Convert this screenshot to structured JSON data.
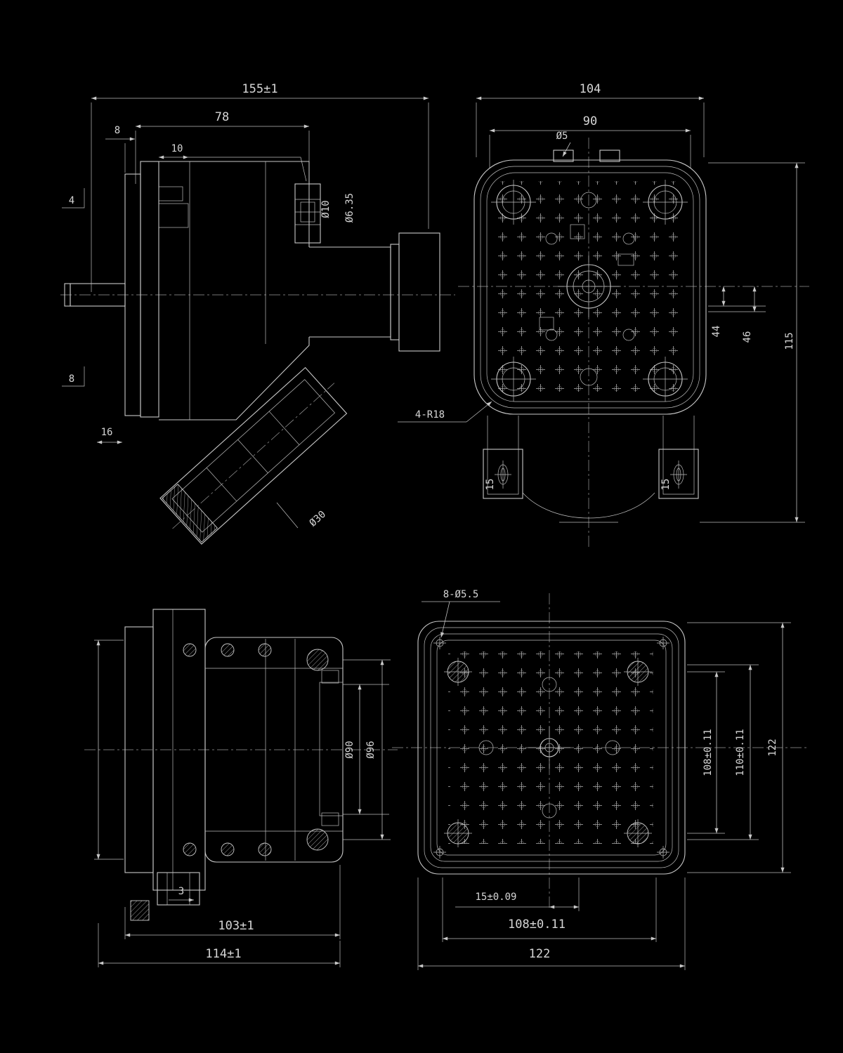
{
  "drawing": {
    "background": "#000000",
    "line_color": "#c9c9c9",
    "views": {
      "side_view_top": {
        "dim_overall": "155±1",
        "dim_width": "78",
        "dim_plate": "8",
        "dim_flange": "10",
        "shaft_dia": "Ø10",
        "shaft_dia_2": "Ø6.35",
        "dim_16": "16",
        "dia_30": "Ø30",
        "flag_upper": "4",
        "flag_lower": "8"
      },
      "front_view_top": {
        "dim_104": "104",
        "dim_90": "90",
        "dia_5": "Ø5",
        "corner_radius_note": "4-R18",
        "dim_44": "44",
        "dim_46": "46",
        "dim_115": "115",
        "tab_width_left": "15",
        "tab_width_right": "15"
      },
      "side_view_bottom": {
        "dia_90": "Ø90",
        "dia_96": "Ø96",
        "dim_3": "3",
        "dim_103": "103±1",
        "dim_114": "114±1"
      },
      "front_view_bottom": {
        "holes_note": "8-Ø5.5",
        "dim_15": "15±0.09",
        "dim_108_bottom": "108±0.11",
        "dim_122_bottom": "122",
        "dim_108_right": "108±0.11",
        "dim_110_right": "110±0.11",
        "dim_122_right": "122"
      }
    }
  }
}
